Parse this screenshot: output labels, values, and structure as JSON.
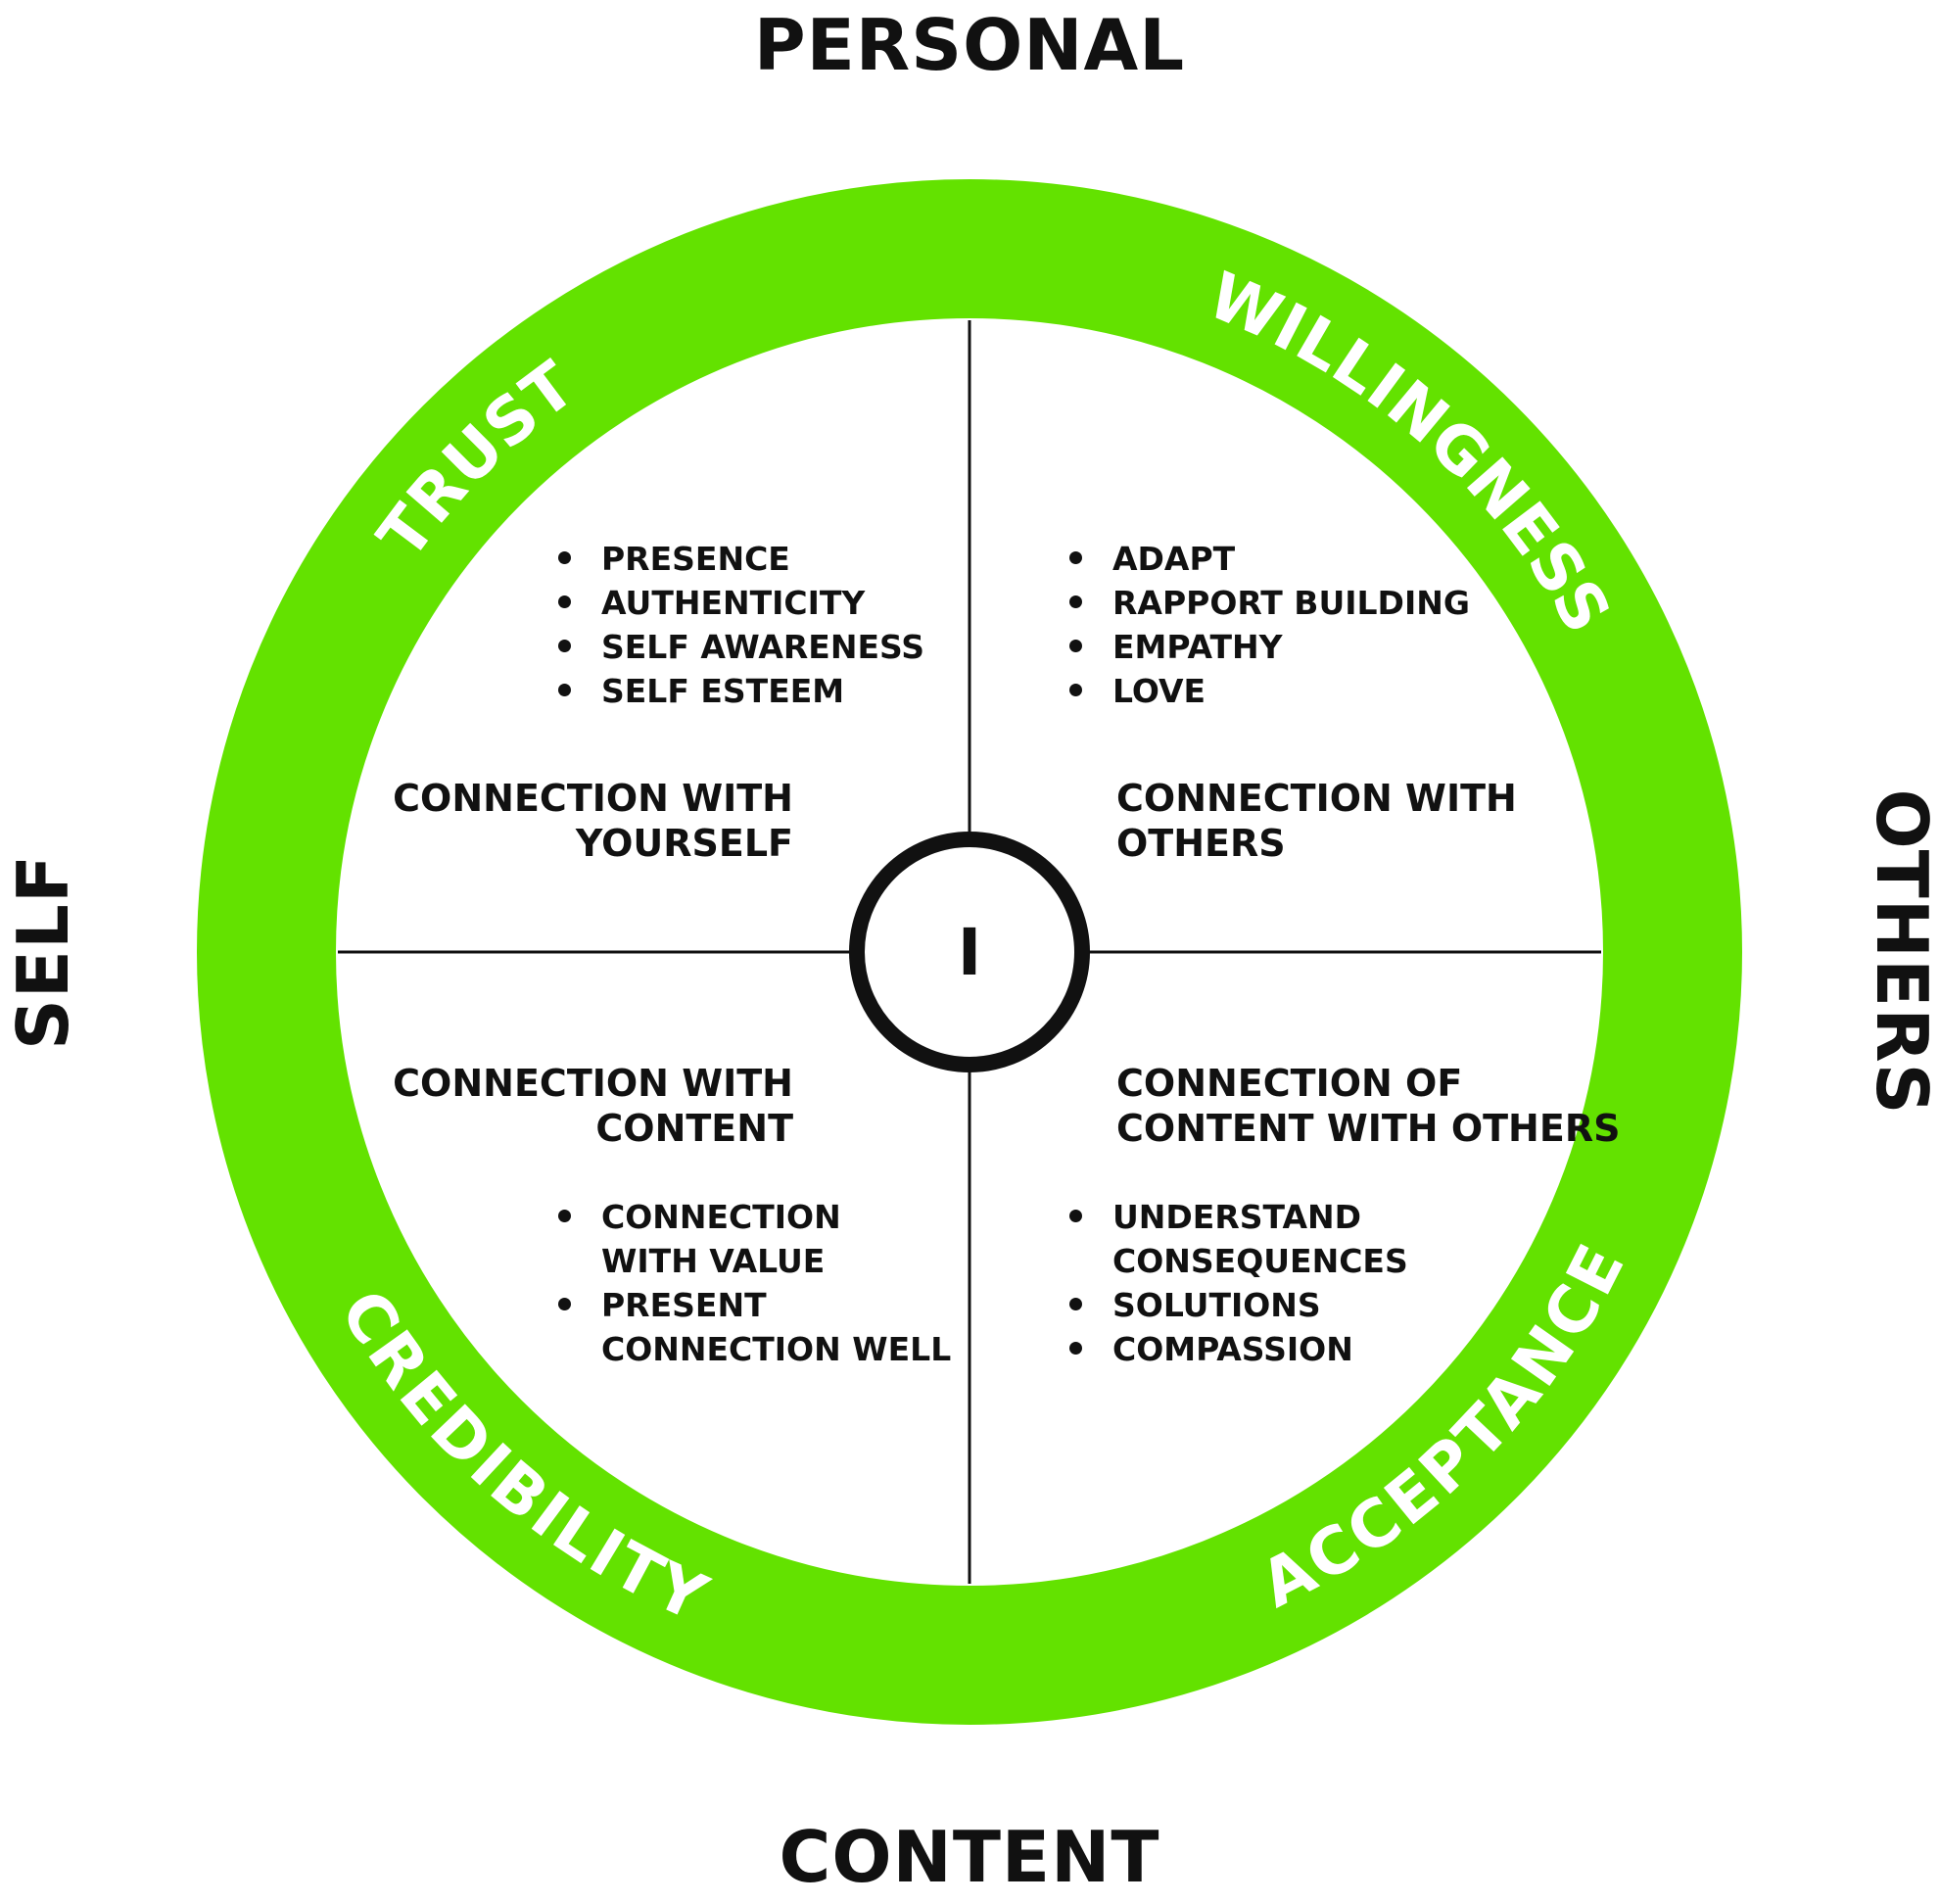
{
  "axes": {
    "top": "PERSONAL",
    "bottom": "CONTENT",
    "left": "SELF",
    "right": "OTHERS"
  },
  "center": {
    "label": "I"
  },
  "ring": {
    "color": "#63e200",
    "text_color": "#ffffff",
    "labels": {
      "top_left": "TRUST",
      "top_right": "WILLINGNESS",
      "bottom_left": "CREDIBILITY",
      "bottom_right": "ACCEPTANCE"
    }
  },
  "quadrants": {
    "top_left": {
      "bullets": [
        "PRESENCE",
        "AUTHENTICITY",
        "SELF AWARENESS",
        "SELF ESTEEM"
      ],
      "heading_line1": "CONNECTION WITH",
      "heading_line2": "YOURSELF"
    },
    "top_right": {
      "bullets": [
        "ADAPT",
        "RAPPORT BUILDING",
        "EMPATHY",
        "LOVE"
      ],
      "heading_line1": "CONNECTION WITH",
      "heading_line2": "OTHERS"
    },
    "bottom_left": {
      "heading_line1": "CONNECTION WITH",
      "heading_line2": "CONTENT",
      "bullets": [
        {
          "line1": "CONNECTION",
          "line2": "WITH VALUE"
        },
        {
          "line1": "PRESENT",
          "line2": "CONNECTION WELL"
        }
      ]
    },
    "bottom_right": {
      "heading_line1": "CONNECTION OF",
      "heading_line2": "CONTENT WITH OTHERS",
      "bullets": [
        {
          "line1": "UNDERSTAND",
          "line2": "CONSEQUENCES"
        },
        {
          "line1": "SOLUTIONS",
          "line2": ""
        },
        {
          "line1": "COMPASSION",
          "line2": ""
        }
      ]
    }
  }
}
